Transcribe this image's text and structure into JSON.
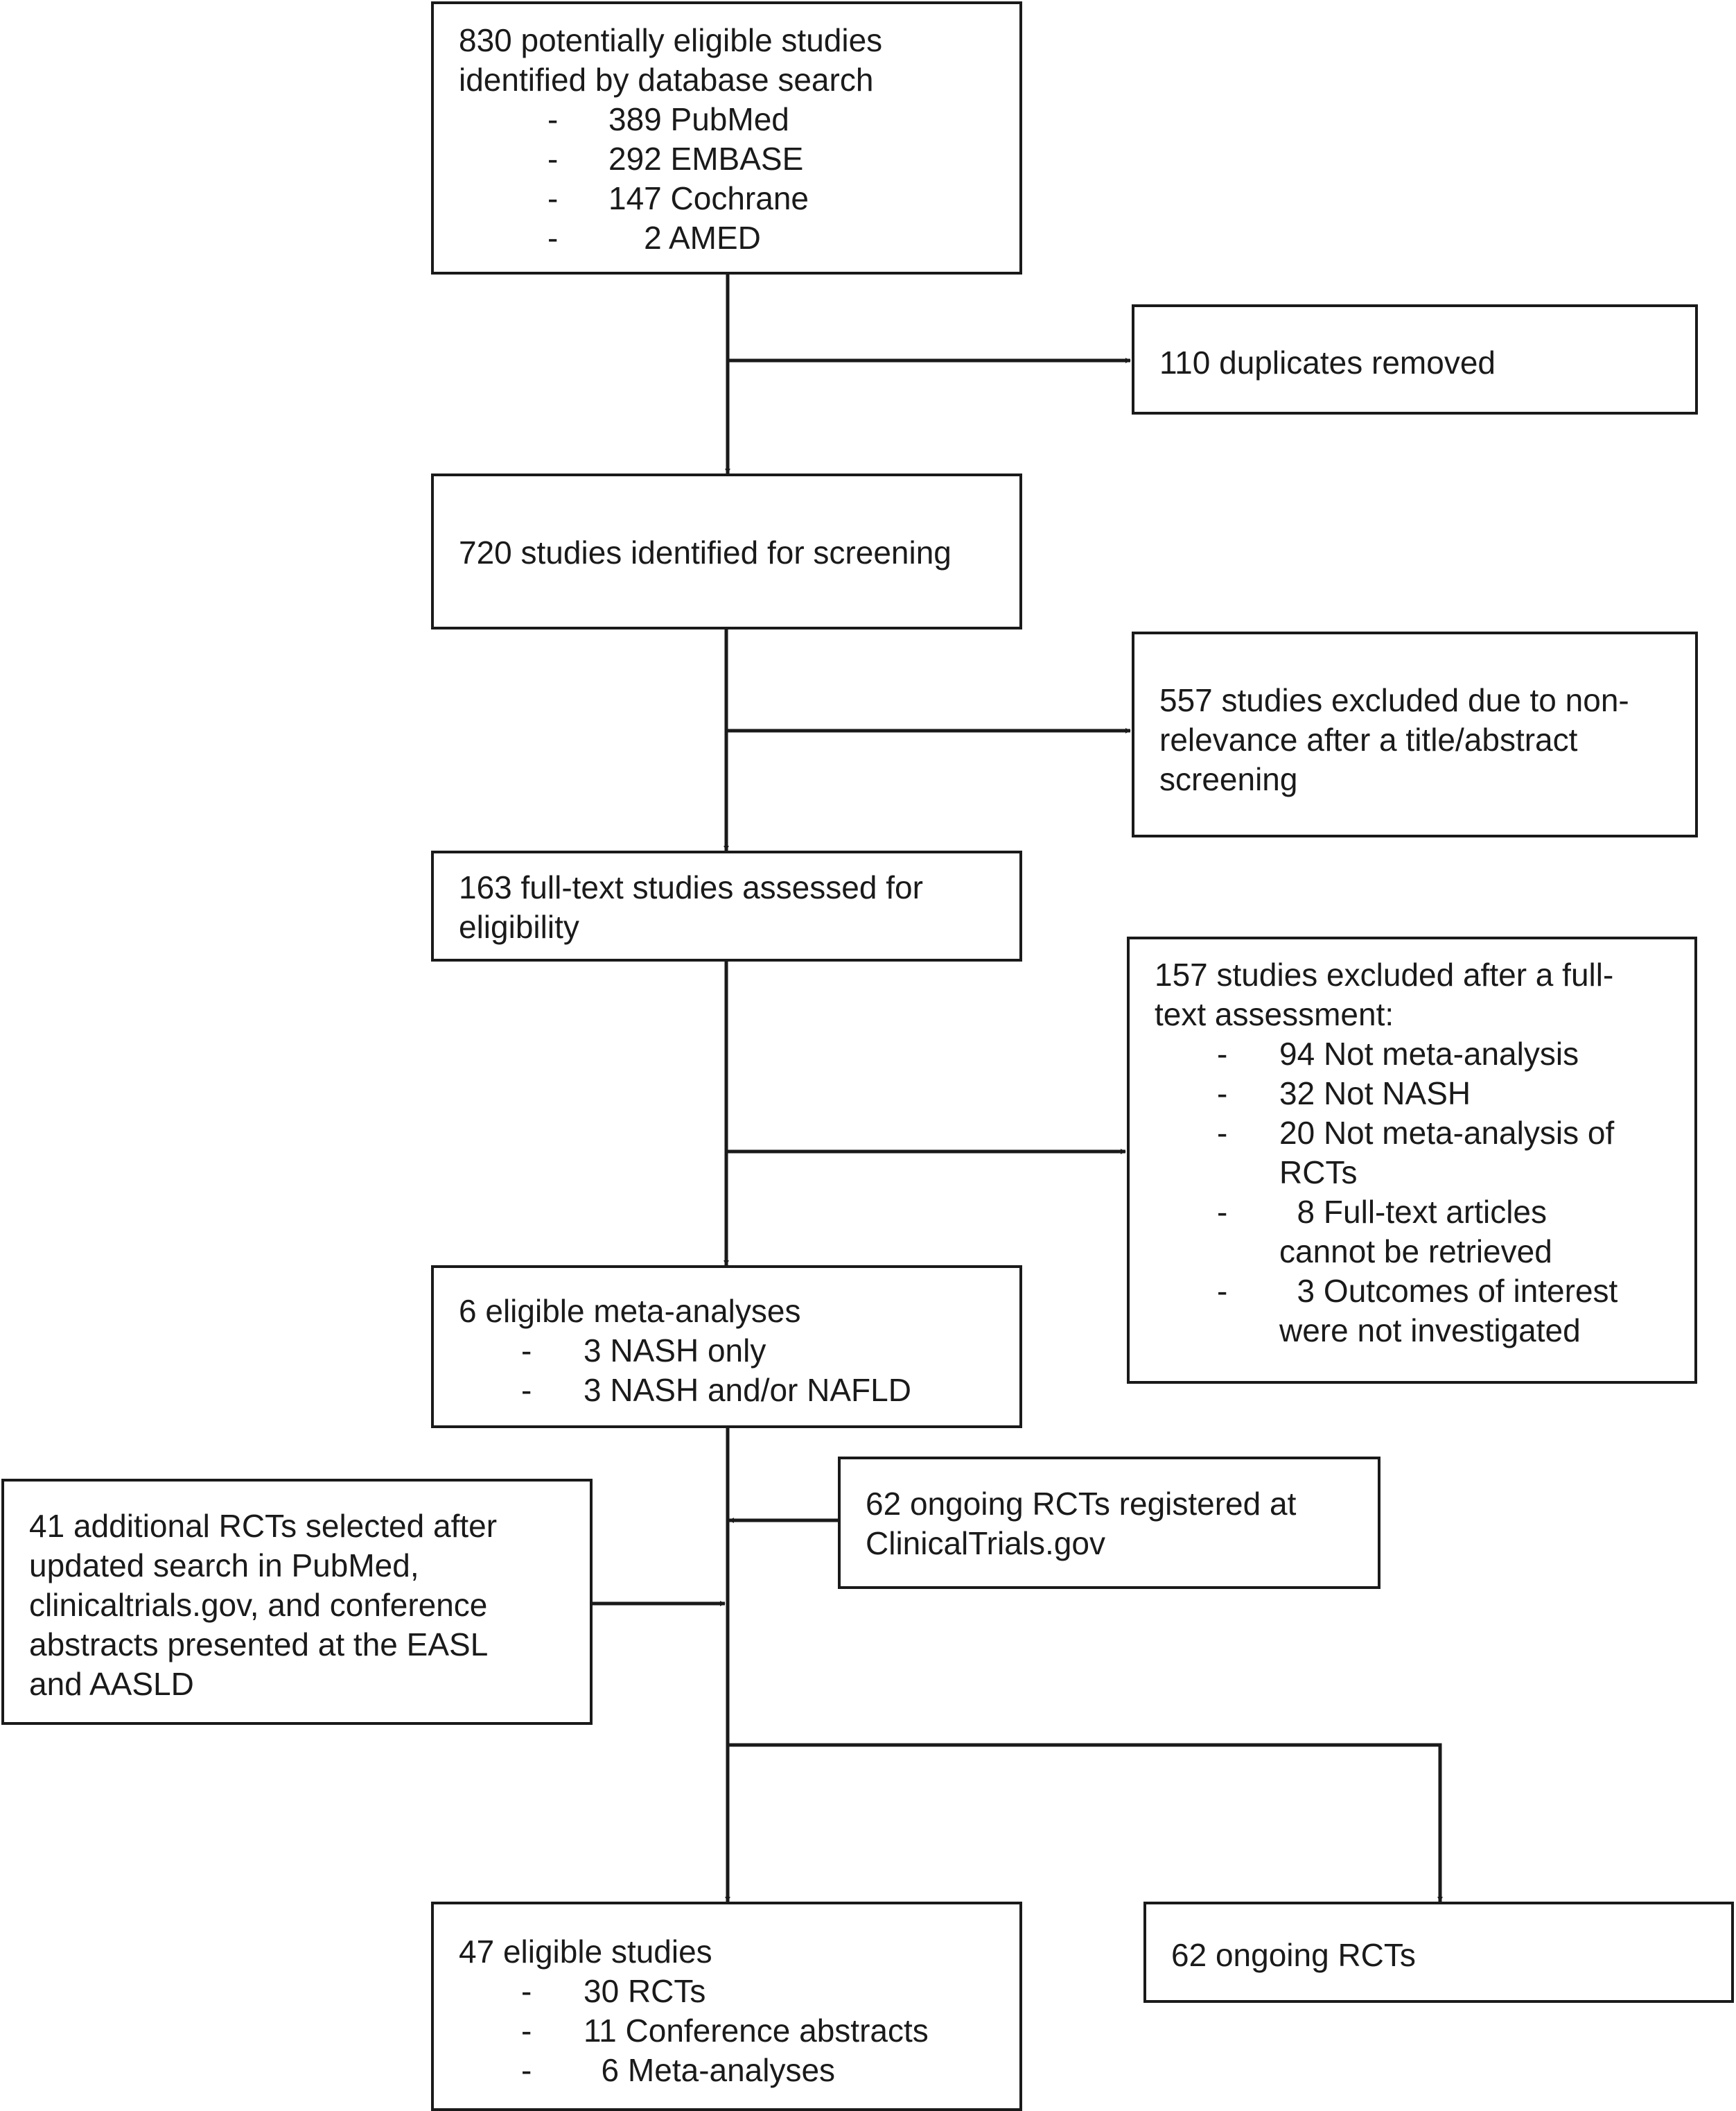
{
  "colors": {
    "stroke": "#1a1a1a",
    "background": "#ffffff"
  },
  "nodes": {
    "identified": {
      "lines": [
        "830 potentially eligible studies",
        "identified by database search"
      ],
      "items": [
        {
          "dash": "-",
          "text": "389 PubMed"
        },
        {
          "dash": "-",
          "text": "292 EMBASE"
        },
        {
          "dash": "-",
          "text": "147 Cochrane"
        },
        {
          "dash": "-",
          "text": "    2 AMED"
        }
      ]
    },
    "duplicates": {
      "lines": [
        "110 duplicates removed"
      ]
    },
    "screening": {
      "lines": [
        "720 studies identified for screening"
      ]
    },
    "excluded_title": {
      "lines": [
        "557 studies excluded due to non-",
        "relevance after a title/abstract",
        "screening"
      ]
    },
    "fulltext": {
      "lines": [
        "163 full-text studies assessed for",
        "eligibility"
      ]
    },
    "excluded_fulltext": {
      "lines": [
        "157 studies excluded after a full-",
        "text assessment:"
      ],
      "items": [
        {
          "dash": "-",
          "lines": [
            "94 Not meta-analysis"
          ]
        },
        {
          "dash": "-",
          "lines": [
            "32 Not NASH"
          ]
        },
        {
          "dash": "-",
          "lines": [
            "20 Not meta-analysis of",
            "RCTs"
          ]
        },
        {
          "dash": "-",
          "lines": [
            "  8 Full-text articles",
            "cannot be retrieved"
          ]
        },
        {
          "dash": "-",
          "lines": [
            "  3 Outcomes of interest",
            "were not investigated"
          ]
        }
      ]
    },
    "meta": {
      "lines": [
        "6 eligible meta-analyses"
      ],
      "items": [
        {
          "dash": "-",
          "text": "3 NASH only"
        },
        {
          "dash": "-",
          "text": "3 NASH and/or NAFLD"
        }
      ]
    },
    "ongoing_registered": {
      "lines": [
        "62 ongoing RCTs registered at",
        "ClinicalTrials.gov"
      ]
    },
    "additional": {
      "lines": [
        "41 additional RCTs selected after",
        "updated search in PubMed,",
        "clinicaltrials.gov, and conference",
        "abstracts presented at the EASL",
        "and AASLD"
      ]
    },
    "eligible": {
      "lines": [
        "47 eligible studies"
      ],
      "items": [
        {
          "dash": "-",
          "text": "30 RCTs"
        },
        {
          "dash": "-",
          "text": "11 Conference abstracts"
        },
        {
          "dash": "-",
          "text": "  6 Meta-analyses"
        }
      ]
    },
    "ongoing": {
      "lines": [
        "62 ongoing RCTs"
      ]
    }
  }
}
